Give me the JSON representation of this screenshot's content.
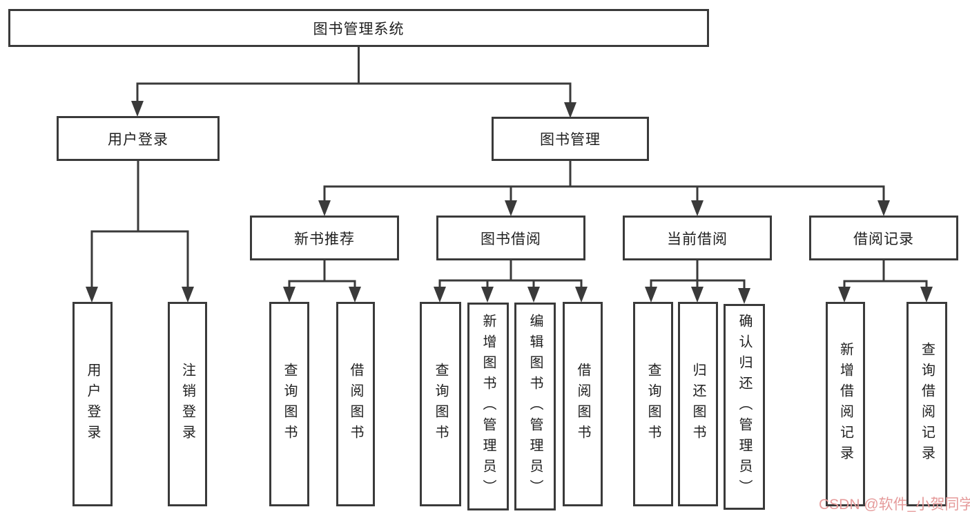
{
  "diagram": {
    "root": {
      "label": "图书管理系统"
    },
    "branches": [
      {
        "label": "用户登录",
        "children": [
          {
            "label": "用户登录"
          },
          {
            "label": "注销登录"
          }
        ]
      },
      {
        "label": "图书管理",
        "groups": [
          {
            "label": "新书推荐",
            "children": [
              {
                "label": "查询图书"
              },
              {
                "label": "借阅图书"
              }
            ]
          },
          {
            "label": "图书借阅",
            "children": [
              {
                "label": "查询图书"
              },
              {
                "label": "新增图书（管理员）"
              },
              {
                "label": "编辑图书（管理员）"
              },
              {
                "label": "借阅图书"
              }
            ]
          },
          {
            "label": "当前借阅",
            "children": [
              {
                "label": "查询图书"
              },
              {
                "label": "归还图书"
              },
              {
                "label": "确认归还（管理员）"
              }
            ]
          },
          {
            "label": "借阅记录",
            "children": [
              {
                "label": "新增借阅记录"
              },
              {
                "label": "查询借阅记录"
              }
            ]
          }
        ]
      }
    ]
  },
  "watermark": {
    "text": "CSDN @软件_小贺同学",
    "color": "#e59a9a"
  },
  "colors": {
    "line": "#3a3a3a",
    "text": "#1f1f1f",
    "background": "#ffffff"
  }
}
